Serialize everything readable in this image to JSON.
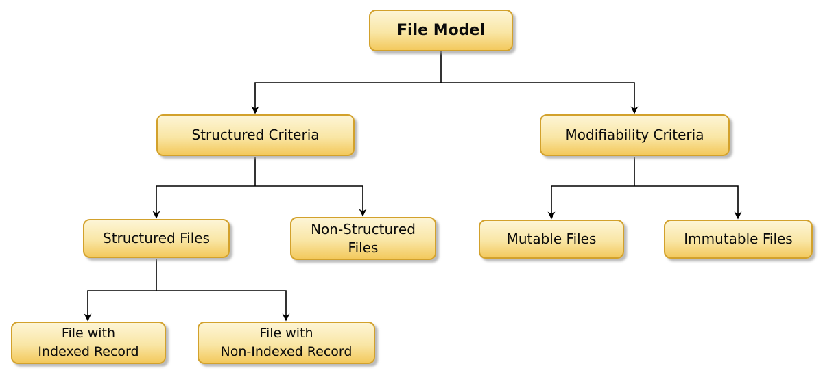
{
  "diagram": {
    "type": "tree",
    "root_label": "File Model",
    "nodes": [
      {
        "id": "file-model",
        "label": "File Model",
        "level": 0,
        "parent": null
      },
      {
        "id": "structured-criteria",
        "label": "Structured Criteria",
        "level": 1,
        "parent": "file-model"
      },
      {
        "id": "modifiability-criteria",
        "label": "Modifiability Criteria",
        "level": 1,
        "parent": "file-model"
      },
      {
        "id": "structured-files",
        "label": "Structured Files",
        "level": 2,
        "parent": "structured-criteria"
      },
      {
        "id": "non-structured-files",
        "label": "Non-Structured\nFiles",
        "level": 2,
        "parent": "structured-criteria"
      },
      {
        "id": "mutable-files",
        "label": "Mutable Files",
        "level": 2,
        "parent": "modifiability-criteria"
      },
      {
        "id": "immutable-files",
        "label": "Immutable Files",
        "level": 2,
        "parent": "modifiability-criteria"
      },
      {
        "id": "file-with-indexed-record",
        "label": "File with\nIndexed Record",
        "level": 3,
        "parent": "structured-files"
      },
      {
        "id": "file-with-non-indexed-record",
        "label": "File with\nNon-Indexed Record",
        "level": 3,
        "parent": "structured-files"
      }
    ],
    "colors": {
      "node_fill_top": "#FDF5D6",
      "node_fill_bottom": "#F3C95D",
      "node_border": "#D2A12C",
      "node_text": "#0A0A0A",
      "connector": "#000000",
      "shadow": "#969696",
      "background": "#FFFFFF"
    }
  }
}
